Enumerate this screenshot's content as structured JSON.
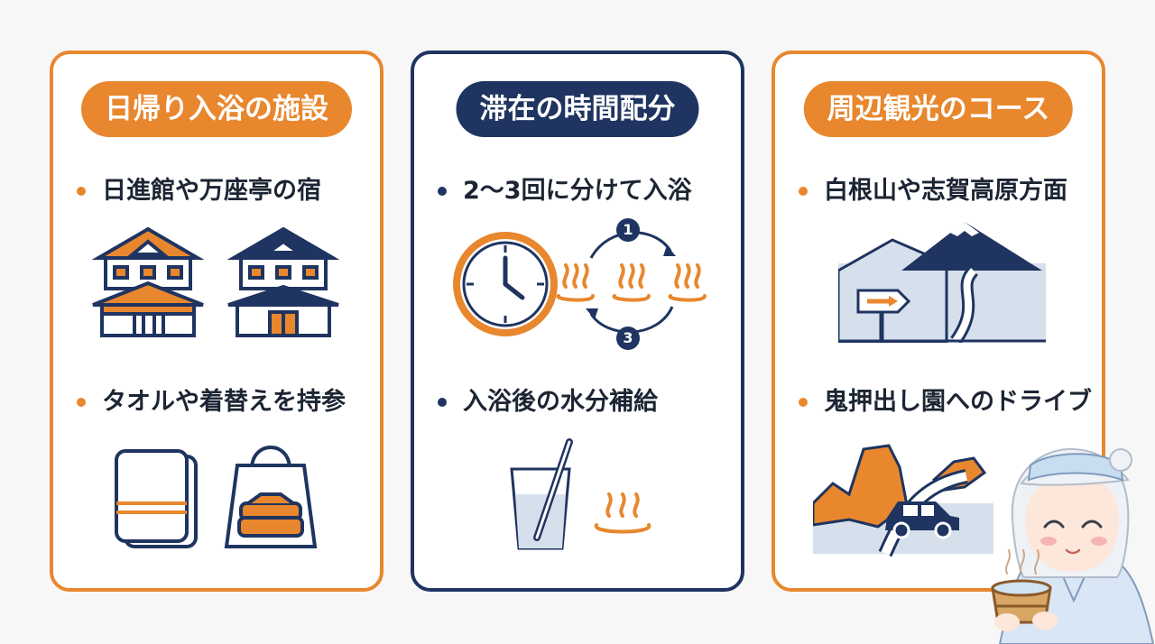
{
  "panels": [
    {
      "title": "日帰り入浴の施設",
      "items": [
        "日進館や万座亭の宿",
        "タオルや着替えを持参"
      ]
    },
    {
      "title": "滞在の時間配分",
      "items": [
        "2〜3回に分けて入浴",
        "入浴後の水分補給"
      ],
      "cycle_labels": [
        "1",
        "3"
      ]
    },
    {
      "title": "周辺観光のコース",
      "items": [
        "白根山や志賀高原方面",
        "鬼押出し園へのドライブ"
      ]
    }
  ],
  "colors": {
    "orange": "#e8872e",
    "navy": "#1f3460",
    "light_blue": "#d6dfec"
  },
  "icons": [
    "inn-building-icon",
    "towel-icon",
    "bag-icon",
    "clock-icon",
    "onsen-icon",
    "water-glass-icon",
    "mountain-road-icon",
    "signpost-icon",
    "rocks-icon",
    "car-icon",
    "mascot-girl"
  ]
}
